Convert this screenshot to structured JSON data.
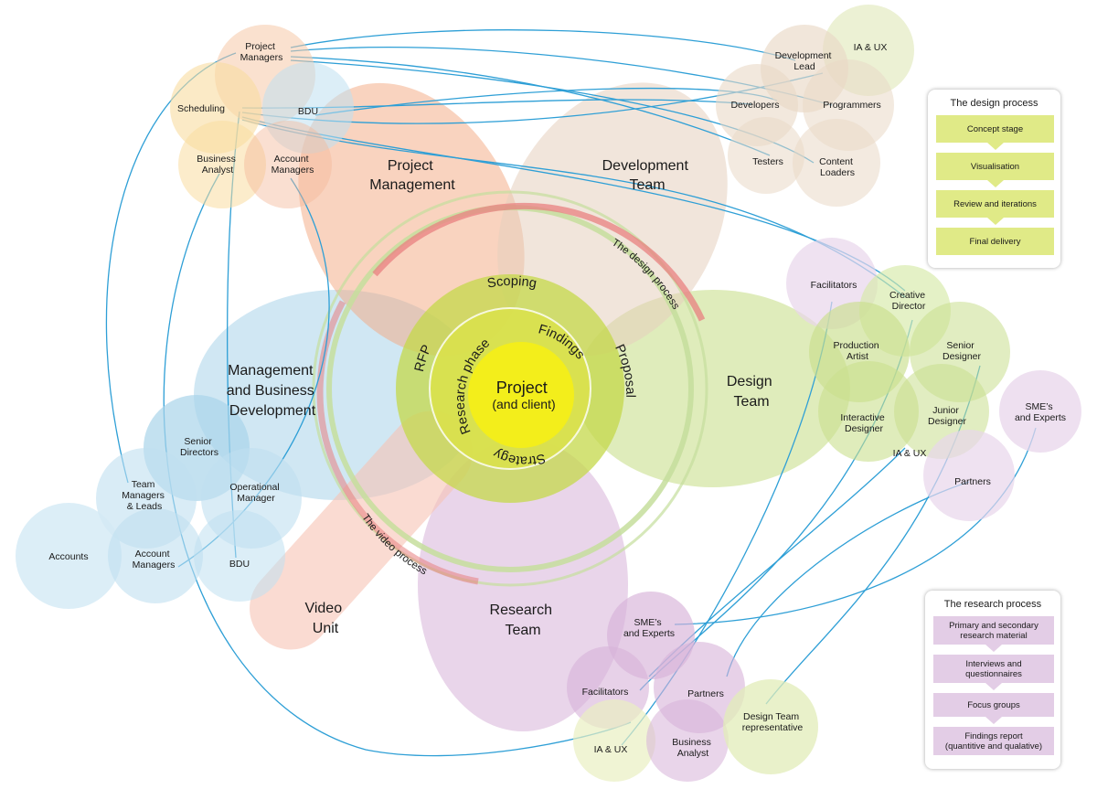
{
  "center": {
    "line1": "Project",
    "line2": "(and client)"
  },
  "phase_labels": {
    "scoping": "Scoping",
    "findings": "Findings",
    "rfp": "RFP",
    "proposal": "Proposal",
    "research_phase": "Research phase",
    "strategy": "Strategy"
  },
  "process_arcs": {
    "design": "The design process",
    "video": "The video process"
  },
  "teams": {
    "project_management": [
      "Project",
      "Management"
    ],
    "development_team": [
      "Development",
      "Team"
    ],
    "design_team": [
      "Design",
      "Team"
    ],
    "management_bd": [
      "Management",
      "and Business",
      "Development"
    ],
    "video_unit": [
      "Video",
      "Unit"
    ],
    "research_team": [
      "Research",
      "Team"
    ]
  },
  "clusters": {
    "project_management": {
      "project_managers": [
        "Project",
        "Managers"
      ],
      "scheduling": "Scheduling",
      "bdu": "BDU",
      "business_analyst": [
        "Business",
        "Analyst"
      ],
      "account_managers": [
        "Account",
        "Managers"
      ]
    },
    "development": {
      "development_lead": [
        "Development",
        "Lead"
      ],
      "ia_ux": "IA & UX",
      "developers": "Developers",
      "programmers": "Programmers",
      "testers": "Testers",
      "content_loaders": [
        "Content",
        "Loaders"
      ]
    },
    "design": {
      "facilitators": "Facilitators",
      "creative_director": [
        "Creative",
        "Director"
      ],
      "production_artist": [
        "Production",
        "Artist"
      ],
      "senior_designer": [
        "Senior",
        "Designer"
      ],
      "interactive_designer": [
        "Interactive",
        "Designer"
      ],
      "junior_designer": [
        "Junior",
        "Designer"
      ],
      "ia_ux": "IA & UX",
      "smes": [
        "SME’s",
        "and Experts"
      ],
      "partners": "Partners"
    },
    "management": {
      "senior_directors": [
        "Senior",
        "Directors"
      ],
      "team_managers": [
        "Team",
        "Managers",
        "& Leads"
      ],
      "operational_manager": [
        "Operational",
        "Manager"
      ],
      "accounts": "Accounts",
      "account_managers": [
        "Account",
        "Managers"
      ],
      "bdu": "BDU"
    },
    "research": {
      "smes": [
        "SME’s",
        "and Experts"
      ],
      "facilitators": "Facilitators",
      "partners": "Partners",
      "ia_ux": "IA & UX",
      "business_analyst": [
        "Business",
        "Analyst"
      ],
      "design_team_rep": [
        "Design Team",
        "representative"
      ]
    }
  },
  "design_process": {
    "title": "The design process",
    "steps": [
      "Concept stage",
      "Visualisation",
      "Review and iterations",
      "Final delivery"
    ]
  },
  "research_process": {
    "title": "The research process",
    "steps": [
      [
        "Primary and secondary",
        "research material"
      ],
      [
        "Interviews and",
        "questionnaires"
      ],
      [
        "Focus groups"
      ],
      [
        "Findings report",
        "(quantitive and qualative)"
      ]
    ]
  },
  "colors": {
    "project_management": "#f3a77f",
    "development": "#e6cfbd",
    "design": "#c9df8e",
    "management": "#a9d4ea",
    "video": "#f6c3b4",
    "research": "#d7b2d8",
    "center": "#f3ee1b",
    "connector": "#2e9fd6",
    "design_arc": "#e88080",
    "design_step": "#e0ea87",
    "research_step": "#e3cde6"
  }
}
